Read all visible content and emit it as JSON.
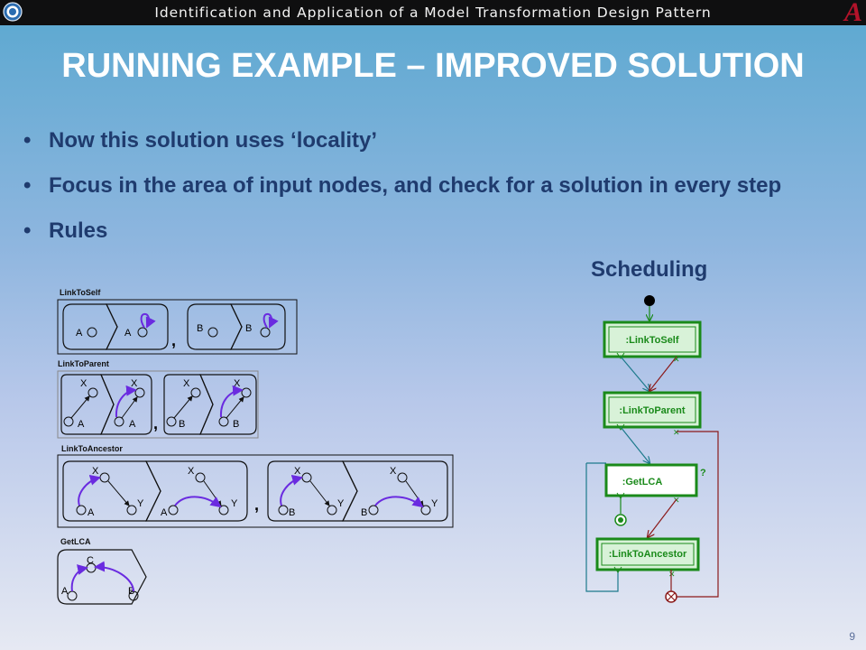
{
  "header": {
    "title": "Identification and Application of a Model Transformation Design Pattern",
    "right_logo_glyph": "A"
  },
  "slide": {
    "title": "RUNNING EXAMPLE – IMPROVED SOLUTION",
    "bullets": [
      "Now this solution uses ‘locality’",
      "Focus in the area of input nodes, and check for a solution in every step",
      "Rules"
    ],
    "scheduling_label": "Scheduling",
    "page_number": "9"
  },
  "rules": {
    "link_to_self": {
      "label": "LinkToSelf",
      "nodes": [
        "A",
        "A",
        "B",
        "B"
      ]
    },
    "link_to_parent": {
      "label": "LinkToParent",
      "nodes": [
        "X",
        "A",
        "X",
        "A",
        "X",
        "B",
        "X",
        "B"
      ]
    },
    "link_to_ancestor": {
      "label": "LinkToAncestor",
      "nodes": [
        "X",
        "A",
        "Y",
        "X",
        "A",
        "Y",
        "X",
        "B",
        "Y",
        "X",
        "B",
        "Y"
      ]
    },
    "get_lca": {
      "label": "GetLCA",
      "nodes": [
        "C",
        "A",
        "B"
      ]
    },
    "separator": ","
  },
  "schedule": {
    "blocks": [
      ":LinkToSelf",
      ":LinkToParent",
      ":GetLCA",
      ":LinkToAncestor"
    ],
    "question_mark": "?",
    "colors": {
      "block_green": "#1a8a1a",
      "block_fill": "#d8f2d8",
      "fail_red": "#8b1a1a",
      "loop_teal": "#1d7a8c"
    }
  }
}
